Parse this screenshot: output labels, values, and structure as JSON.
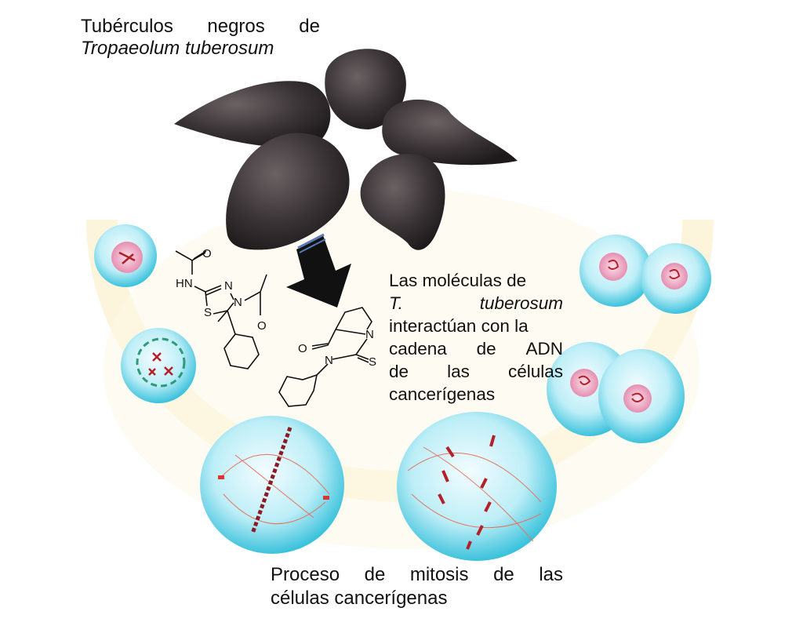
{
  "title": {
    "line1_words": [
      "Tubérculos",
      "negros",
      "de"
    ],
    "line2": "Tropaeolum tuberosum"
  },
  "description": {
    "line1": "Las moléculas de",
    "line2_words": [
      "T.",
      "tuberosum"
    ],
    "line3": "interactúan con la",
    "line4_words": [
      "cadena",
      "de",
      "ADN"
    ],
    "line5_words": [
      "de",
      "las",
      "células"
    ],
    "line6": "cancerígenas"
  },
  "caption": {
    "line1_words": [
      "Proceso",
      "de",
      "mitosis",
      "de",
      "las"
    ],
    "line2": "células cancerígenas"
  },
  "molecule_1": {
    "o1": "O",
    "hn": "HN",
    "n1": "N",
    "n2": "N",
    "s": "S",
    "o2": "O"
  },
  "molecule_2": {
    "o": "O",
    "n1": "N",
    "n2": "N",
    "s": "S"
  },
  "colors": {
    "cell": "#5fd0e4",
    "chromosome": "#b3202a",
    "tuber": "#3a3335",
    "arc": "#fbf3d0"
  }
}
